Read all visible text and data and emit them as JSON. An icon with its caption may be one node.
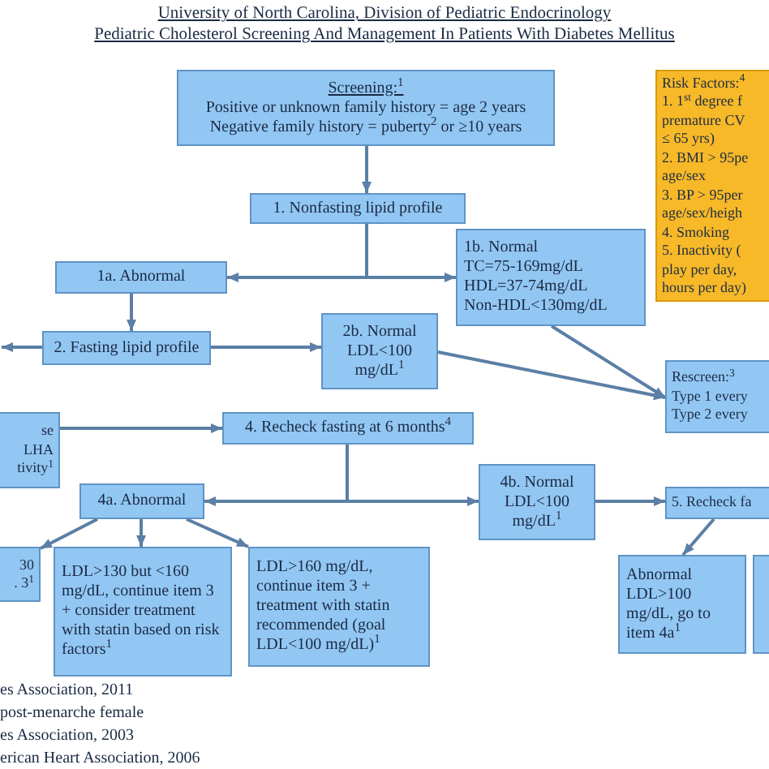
{
  "diagram": {
    "title": "Pediatric Cholesterol Screening And Management In Patients With Diabetes Mellitus",
    "nodes": [
      {
        "text": [
          "Screening:$^{1}$",
          "Positive or unknown family history = age 2 years",
          "Negative family history = puberty$^{2}$ or ≥10 years"
        ]
      },
      {
        "text": [
          "1. Nonfasting lipid profile"
        ]
      },
      {
        "text": [
          "1a. Abnormal"
        ]
      },
      {
        "text": [
          "1b. Normal",
          "TC=75-169mg/dL",
          "HDL=37-74mg/dL",
          "Non-HDL<130mg/dL"
        ]
      },
      {
        "text": [
          "2. Fasting lipid profile"
        ]
      },
      {
        "text": [
          "2b. Normal LDL<100 mg/dL$^{1}$"
        ]
      },
      {
        "text": [
          "Risk Factors:$^{4}$",
          "1. 1$^{st}$ degree f",
          "premature CV",
          "≤ 65 yrs)",
          "2. BMI > 95pe",
          "age/sex",
          "3. BP > 95per",
          "age/sex/heigh",
          "4. Smoking",
          "5. Inactivity (",
          "play per day,",
          "hours per day)"
        ]
      },
      {
        "text": [
          "Rescreen:$^{3}$",
          "Type 1 every",
          "Type 2 every"
        ]
      },
      {
        "text": [
          "se",
          "LHA",
          "tivity$^{1}$"
        ]
      },
      {
        "text": [
          "4. Recheck fasting at 6 months$^{4}$"
        ]
      },
      {
        "text": [
          "4a. Abnormal"
        ]
      },
      {
        "text": [
          "4b. Normal LDL<100 mg/dL$^{1}$"
        ]
      },
      {
        "text": [
          "5. Recheck fa"
        ]
      },
      {
        "text": [
          "30",
          ". 3$^{1}$"
        ]
      },
      {
        "text": [
          "LDL>130 but <160 mg/dL, continue item 3 + consider treatment with statin based on risk factors$^{1}$"
        ]
      },
      {
        "text": [
          "LDL>160 mg/dL, continue item 3 + treatment with statin recommended (goal LDL<100 mg/dL)$^{1}$"
        ]
      },
      {
        "text": [
          "Abnormal LDL>100 mg/dL, go to item 4a$^{1}$"
        ]
      },
      {
        "text": [],
        "shape": "box"
      }
    ],
    "edges": [
      {
        "from": 0,
        "to": 1,
        "arrow": "to"
      },
      {
        "from": 1,
        "to": 2,
        "arrow": "to"
      },
      {
        "from": 1,
        "to": 3,
        "arrow": "to"
      },
      {
        "from": 2,
        "to": 4,
        "arrow": "to"
      },
      {
        "from": 4,
        "to": null,
        "arrow": "to"
      },
      {
        "from": 4,
        "to": 5,
        "arrow": "to"
      },
      {
        "from": 3,
        "to": 7,
        "arrow": "to"
      },
      {
        "from": 5,
        "to": 7,
        "arrow": "to"
      },
      {
        "from": 8,
        "to": 9,
        "arrow": "to"
      },
      {
        "from": 9,
        "to": 10,
        "arrow": "to"
      },
      {
        "from": 9,
        "to": 11,
        "arrow": "to"
      },
      {
        "from": 11,
        "to": 12,
        "arrow": "to"
      },
      {
        "from": 10,
        "to": 13,
        "arrow": "to"
      },
      {
        "from": 10,
        "to": 14,
        "arrow": "to"
      },
      {
        "from": 10,
        "to": 15,
        "arrow": "to"
      },
      {
        "from": 12,
        "to": 16,
        "arrow": "to"
      }
    ],
    "labels": [
      "University of North Carolina, Division of Pediatric Endocrinology",
      "es Association, 2011",
      "post-menarche female",
      "es Association, 2003",
      "erican Heart Association, 2006"
    ]
  }
}
